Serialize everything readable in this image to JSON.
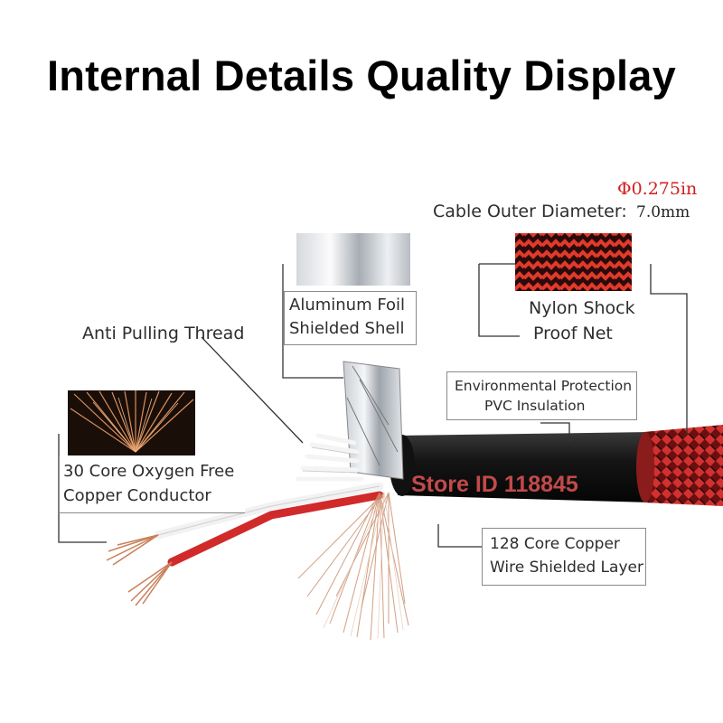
{
  "title": "Internal Details Quality Display",
  "diameter": {
    "inches": "Φ0.275in",
    "label": "Cable Outer Diameter:",
    "mm": "7.0mm"
  },
  "labels": {
    "aluminum_foil": [
      "Aluminum Foil",
      "Shielded Shell"
    ],
    "anti_pulling": "Anti Pulling Thread",
    "nylon_net": [
      "Nylon Shock",
      "Proof Net"
    ],
    "pvc": [
      "Environmental Protection",
      "PVC Insulation"
    ],
    "copper_conductor": [
      "30 Core Oxygen Free",
      "Copper Conductor"
    ],
    "shield_layer": [
      "128 Core Copper",
      "Wire  Shielded Layer"
    ]
  },
  "watermark": "Store ID 118845",
  "colors": {
    "title": "#000000",
    "diameter_inches": "#d21e1e",
    "cable_jacket": "#1a1a1a",
    "braid_red": "#c62828",
    "copper": "#c8805a",
    "watermark": "#e25555"
  }
}
